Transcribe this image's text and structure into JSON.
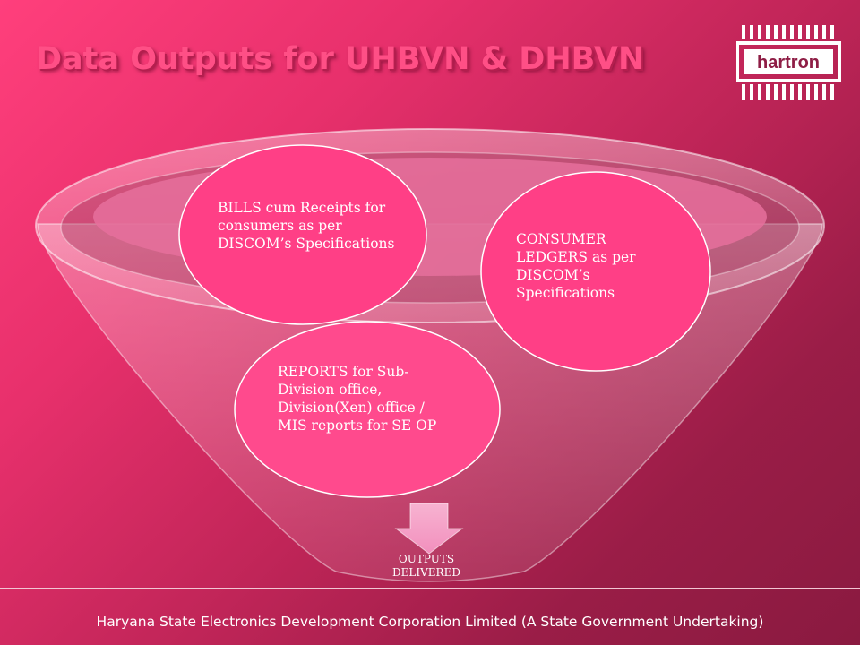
{
  "slide": {
    "title": "Data Outputs for UHBVN & DHBVN",
    "logo_text": "hartron",
    "footer": "Haryana State Electronics Development Corporation Limited (A State Government Undertaking)"
  },
  "diagram": {
    "bubbles": {
      "bills": "BILLS cum Receipts for consumers as per DISCOM’s Specifications",
      "consumer_ledgers": "CONSUMER LEDGERS as per DISCOM’s Specifications",
      "reports": "REPORTS for Sub-Division office, Division(Xen) office / MIS reports for SE OP"
    },
    "arrow_label": "OUTPUTS DELIVERED"
  },
  "colors": {
    "background": "#c02558",
    "title": "#ff4f86",
    "bubble_fill": "#ff3f86",
    "bubble_stroke": "#ffffff",
    "arrow_fill": "#f6a9cb"
  }
}
